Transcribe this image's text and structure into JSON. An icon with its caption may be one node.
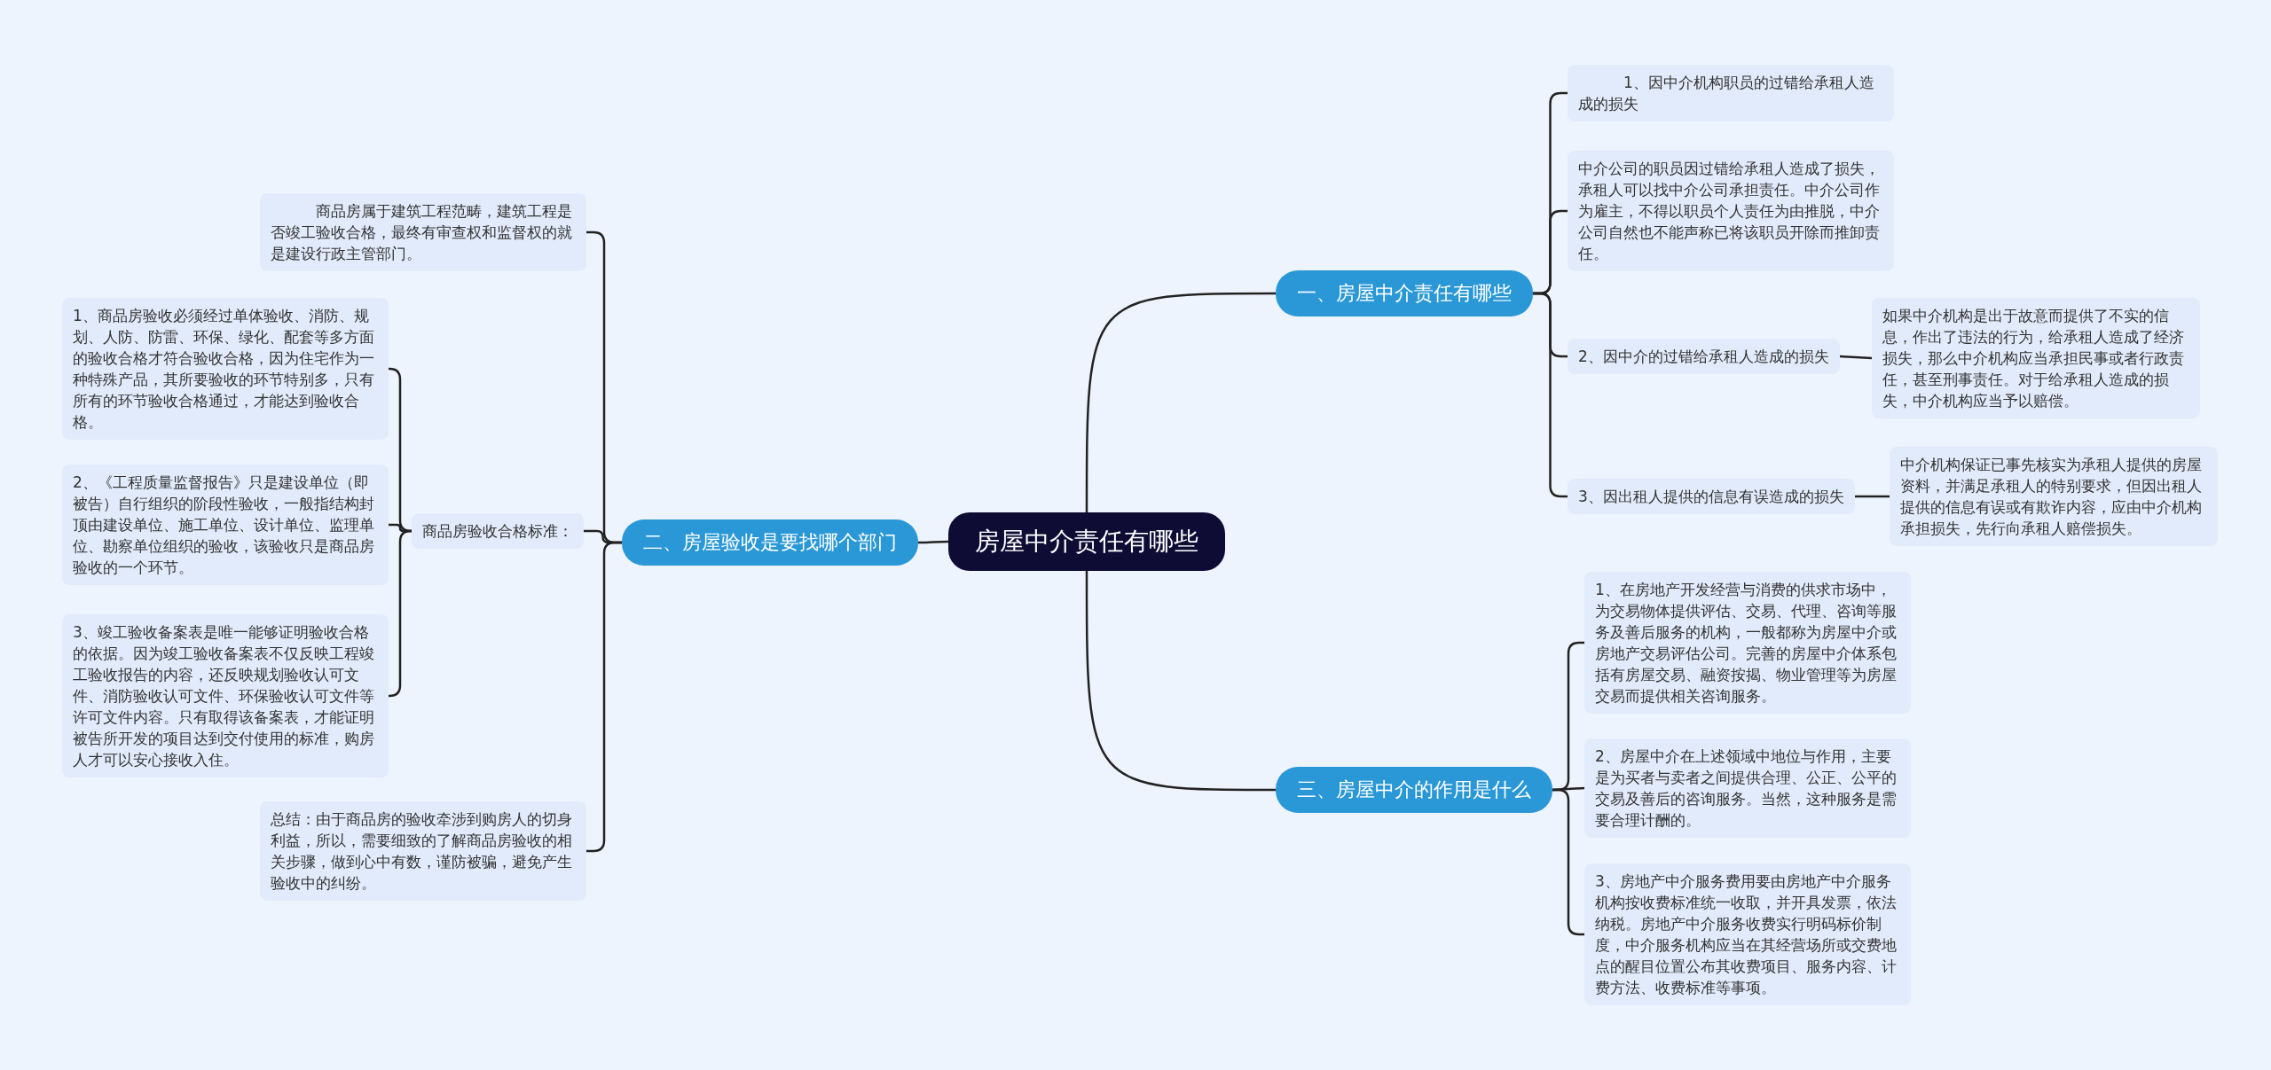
{
  "diagram": {
    "nodes": [
      {
        "text": [
          "房屋中介责任有哪些"
        ]
      },
      {
        "text": [
          "一、房屋中介责任有哪些"
        ]
      },
      {
        "text": [
          "1、因中介机构职员的过错给承租人造成的损失"
        ]
      },
      {
        "text": [
          "中介公司的职员因过错给承租人造成了损失，承租人可以找中介公司承担责任。中介公司作为雇主，不得以职员个人责任为由推脱，中介公司自然也不能声称已将该职员开除而推卸责任。"
        ]
      },
      {
        "text": [
          "2、因中介的过错给承租人造成的损失"
        ]
      },
      {
        "text": [
          "如果中介机构是出于故意而提供了不实的信息，作出了违法的行为，给承租人造成了经济损失，那么中介机构应当承担民事或者行政责任，甚至刑事责任。对于给承租人造成的损失，中介机构应当予以赔偿。"
        ]
      },
      {
        "text": [
          "3、因出租人提供的信息有误造成的损失"
        ]
      },
      {
        "text": [
          "中介机构保证已事先核实为承租人提供的房屋资料，并满足承租人的特别要求，但因出租人提供的信息有误或有欺诈内容，应由中介机构承担损失，先行向承租人赔偿损失。"
        ]
      },
      {
        "text": [
          "三、房屋中介的作用是什么"
        ]
      },
      {
        "text": [
          "1、在房地产开发经营与消费的供求市场中，为交易物体提供评估、交易、代理、咨询等服务及善后服务的机构，一般都称为房屋中介或房地产交易评估公司。完善的房屋中介体系包括有房屋交易、融资按揭、物业管理等为房屋交易而提供相关咨询服务。"
        ]
      },
      {
        "text": [
          "2、房屋中介在上述领域中地位与作用，主要是为买者与卖者之间提供合理、公正、公平的交易及善后的咨询服务。当然，这种服务是需要合理计酬的。"
        ]
      },
      {
        "text": [
          "3、房地产中介服务费用要由房地产中介服务机构按收费标准统一收取，并开具发票，依法纳税。房地产中介服务收费实行明码标价制度，中介服务机构应当在其经营场所或交费地点的醒目位置公布其收费项目、服务内容、计费方法、收费标准等事项。"
        ]
      },
      {
        "text": [
          "二、房屋验收是要找哪个部门"
        ]
      },
      {
        "text": [
          "商品房属于建筑工程范畴，建筑工程是否竣工验收合格，最终有审查权和监督权的就是建设行政主管部门。"
        ]
      },
      {
        "text": [
          "商品房验收合格标准："
        ]
      },
      {
        "text": [
          "1、商品房验收必须经过单体验收、消防、规划、人防、防雷、环保、绿化、配套等多方面的验收合格才符合验收合格，因为住宅作为一种特殊产品，其所要验收的环节特别多，只有所有的环节验收合格通过，才能达到验收合格。"
        ]
      },
      {
        "text": [
          "2、《工程质量监督报告》只是建设单位（即被告）自行组织的阶段性验收，一般指结构封顶由建设单位、施工单位、设计单位、监理单位、勘察单位组织的验收，该验收只是商品房验收的一个环节。"
        ]
      },
      {
        "text": [
          "3、竣工验收备案表是唯一能够证明验收合格的依据。因为竣工验收备案表不仅反映工程竣工验收报告的内容，还反映规划验收认可文件、消防验收认可文件、环保验收认可文件等许可文件内容。只有取得该备案表，才能证明被告所开发的项目达到交付使用的标准，购房人才可以安心接收入住。"
        ]
      },
      {
        "text": [
          "总结：由于商品房的验收牵涉到购房人的切身利益，所以，需要细致的了解商品房验收的相关步骤，做到心中有数，谨防被骗，避免产生验收中的纠纷。"
        ]
      }
    ],
    "edges": [
      {
        "from": 0,
        "to": 1,
        "arrow": "none"
      },
      {
        "from": 0,
        "to": 8,
        "arrow": "none"
      },
      {
        "from": 0,
        "to": 12,
        "arrow": "none"
      },
      {
        "from": 1,
        "to": 2,
        "arrow": "none"
      },
      {
        "from": 1,
        "to": 3,
        "arrow": "none"
      },
      {
        "from": 1,
        "to": 4,
        "arrow": "none"
      },
      {
        "from": 1,
        "to": 6,
        "arrow": "none"
      },
      {
        "from": 4,
        "to": 5,
        "arrow": "none"
      },
      {
        "from": 6,
        "to": 7,
        "arrow": "none"
      },
      {
        "from": 8,
        "to": 9,
        "arrow": "none"
      },
      {
        "from": 8,
        "to": 10,
        "arrow": "none"
      },
      {
        "from": 8,
        "to": 11,
        "arrow": "none"
      },
      {
        "from": 12,
        "to": 13,
        "arrow": "none"
      },
      {
        "from": 12,
        "to": 14,
        "arrow": "none"
      },
      {
        "from": 12,
        "to": 18,
        "arrow": "none"
      },
      {
        "from": 14,
        "to": 15,
        "arrow": "none"
      },
      {
        "from": 14,
        "to": 16,
        "arrow": "none"
      },
      {
        "from": 14,
        "to": 17,
        "arrow": "none"
      }
    ]
  }
}
